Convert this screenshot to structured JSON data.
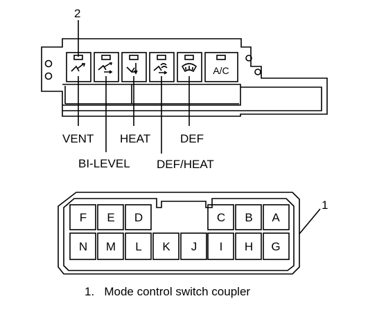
{
  "callouts": {
    "switch_ref": "2",
    "coupler_ref": "1"
  },
  "switch_panel": {
    "buttons": [
      {
        "name": "vent",
        "icon": "vent-airflow-icon"
      },
      {
        "name": "bi-level",
        "icon": "bi-level-airflow-icon"
      },
      {
        "name": "heat",
        "icon": "heat-airflow-icon"
      },
      {
        "name": "def-heat",
        "icon": "def-heat-airflow-icon"
      },
      {
        "name": "def",
        "icon": "defrost-icon"
      },
      {
        "name": "ac",
        "text": "A/C"
      }
    ]
  },
  "mode_labels": {
    "vent": "VENT",
    "bi_level": "BI-LEVEL",
    "heat": "HEAT",
    "def_heat": "DEF/HEAT",
    "def": "DEF"
  },
  "coupler": {
    "top_row": [
      "F",
      "E",
      "D",
      "C",
      "B",
      "A"
    ],
    "bottom_row": [
      "N",
      "M",
      "L",
      "K",
      "J",
      "I",
      "H",
      "G"
    ]
  },
  "caption": "1.   Mode control switch coupler"
}
